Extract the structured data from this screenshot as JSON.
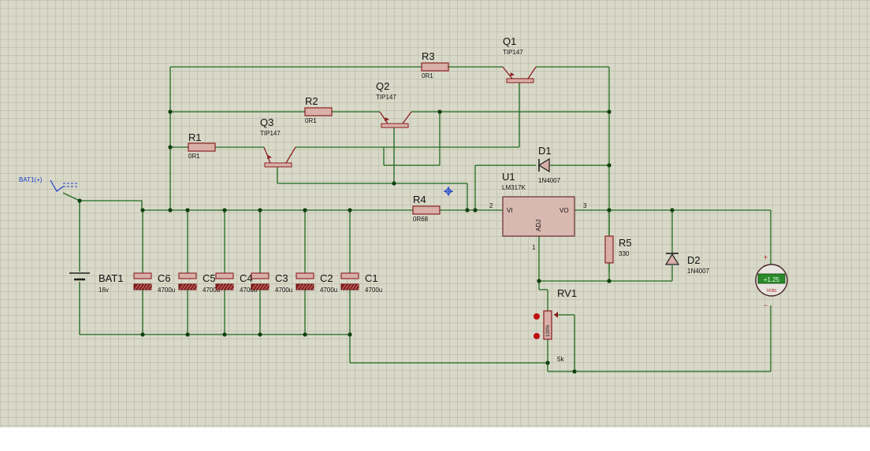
{
  "terminal": {
    "label": "BAT1(+)"
  },
  "components": {
    "bat1": {
      "ref": "BAT1",
      "value": "16v"
    },
    "c1": {
      "ref": "C1",
      "value": "4700u"
    },
    "c2": {
      "ref": "C2",
      "value": "4700u"
    },
    "c3": {
      "ref": "C3",
      "value": "4700u"
    },
    "c4": {
      "ref": "C4",
      "value": "4700u"
    },
    "c5": {
      "ref": "C5",
      "value": "4700u"
    },
    "c6": {
      "ref": "C6",
      "value": "4700u"
    },
    "r1": {
      "ref": "R1",
      "value": "0R1"
    },
    "r2": {
      "ref": "R2",
      "value": "0R1"
    },
    "r3": {
      "ref": "R3",
      "value": "0R1"
    },
    "r4": {
      "ref": "R4",
      "value": "0R68"
    },
    "r5": {
      "ref": "R5",
      "value": "330"
    },
    "q1": {
      "ref": "Q1",
      "value": "TIP147"
    },
    "q2": {
      "ref": "Q2",
      "value": "TIP147"
    },
    "q3": {
      "ref": "Q3",
      "value": "TIP147"
    },
    "d1": {
      "ref": "D1",
      "value": "1N4007"
    },
    "d2": {
      "ref": "D2",
      "value": "1N4007"
    },
    "u1": {
      "ref": "U1",
      "value": "LM317K",
      "pin_vi": "VI",
      "pin_vo": "VO",
      "pin_adj": "ADJ",
      "pin_num_in": "2",
      "pin_num_out": "3",
      "pin_num_adj": "1"
    },
    "rv1": {
      "ref": "RV1",
      "value": "5k",
      "wiper": "100%"
    }
  },
  "voltmeter": {
    "reading": "+1.25",
    "unit": "Volts",
    "plus": "+",
    "minus": "−"
  },
  "colors": {
    "wire": "#1f6b1f",
    "body": "#a03030",
    "body_fill": "#d8b0a8",
    "ic_fill": "#d8b8b0",
    "junction": "#104010",
    "meter_display": "#2a8a2a"
  }
}
